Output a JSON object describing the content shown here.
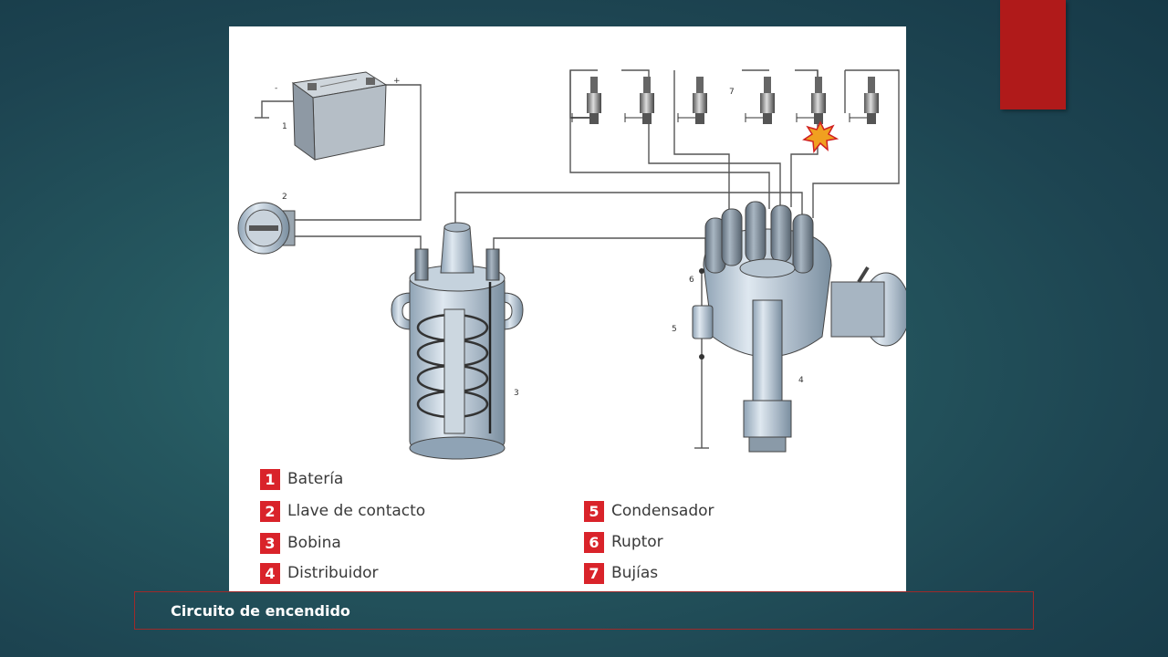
{
  "legend": [
    {
      "num": "1",
      "label": "Batería"
    },
    {
      "num": "2",
      "label": "Llave de contacto"
    },
    {
      "num": "3",
      "label": "Bobina"
    },
    {
      "num": "4",
      "label": "Distribuidor"
    },
    {
      "num": "5",
      "label": "Condensador"
    },
    {
      "num": "6",
      "label": "Ruptor"
    },
    {
      "num": "7",
      "label": "Bujías"
    }
  ],
  "diagram_labels": {
    "battery_minus": "-",
    "battery_plus": "+",
    "battery": "1",
    "ignition_switch": "2",
    "coil": "3",
    "distributor": "4",
    "condenser": "5",
    "breaker": "6",
    "spark_plugs": "7"
  },
  "caption": "Circuito de encendido",
  "colors": {
    "accent": "#b01a1a",
    "legend_badge": "#d9232a",
    "caption_border": "#9e2a2a"
  }
}
